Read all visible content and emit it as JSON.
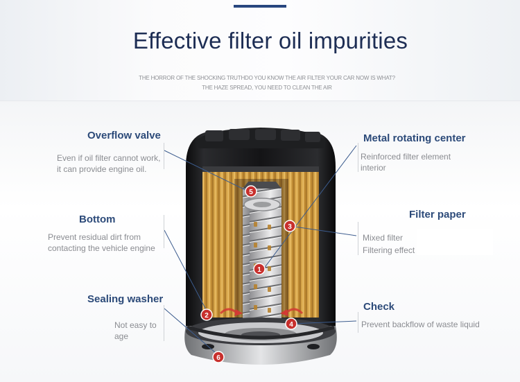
{
  "header": {
    "title": "Effective filter oil impurities",
    "subtitle_line1": "THE HORROR OF THE SHOCKING TRUTHDO YOU KNOW THE AIR FILTER YOUR CAR NOW IS WHAT?",
    "subtitle_line2": "THE HAZE SPREAD, YOU NEED TO CLEAN THE AIR"
  },
  "parts": {
    "overflow_valve": {
      "title": "Overflow valve",
      "desc": "Even if oil filter cannot work, it can provide engine oil."
    },
    "bottom": {
      "title": "Bottom",
      "desc": "Prevent residual dirt from contacting the vehicle engine"
    },
    "sealing_washer": {
      "title": "Sealing washer",
      "desc": "Not easy to age"
    },
    "metal_rotating_center": {
      "title": "Metal rotating center",
      "desc": "Reinforced filter element interior"
    },
    "filter_paper": {
      "title": "Filter paper",
      "desc_line1": "Mixed filter",
      "desc_line2": "Filtering effect"
    },
    "check": {
      "title": "Check",
      "desc": "Prevent backflow of waste liquid"
    }
  },
  "markers": {
    "m1": "1",
    "m2": "2",
    "m3": "3",
    "m4": "4",
    "m5": "5",
    "m6": "6"
  },
  "colors": {
    "accent": "#28467f",
    "title_text": "#1d2d54",
    "label_text": "#2c4a79",
    "marker_red": "#c8302d",
    "filter_paper": "#d8a548"
  }
}
